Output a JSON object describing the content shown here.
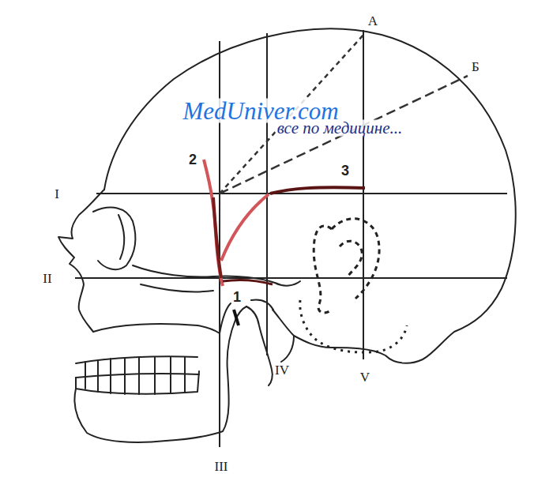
{
  "diagram": {
    "labels": [
      "MedUniver.com",
      "все по медицине...",
      "А",
      "Б",
      "2",
      "3",
      "I",
      "II",
      "1",
      "III",
      "IV",
      "V"
    ]
  }
}
